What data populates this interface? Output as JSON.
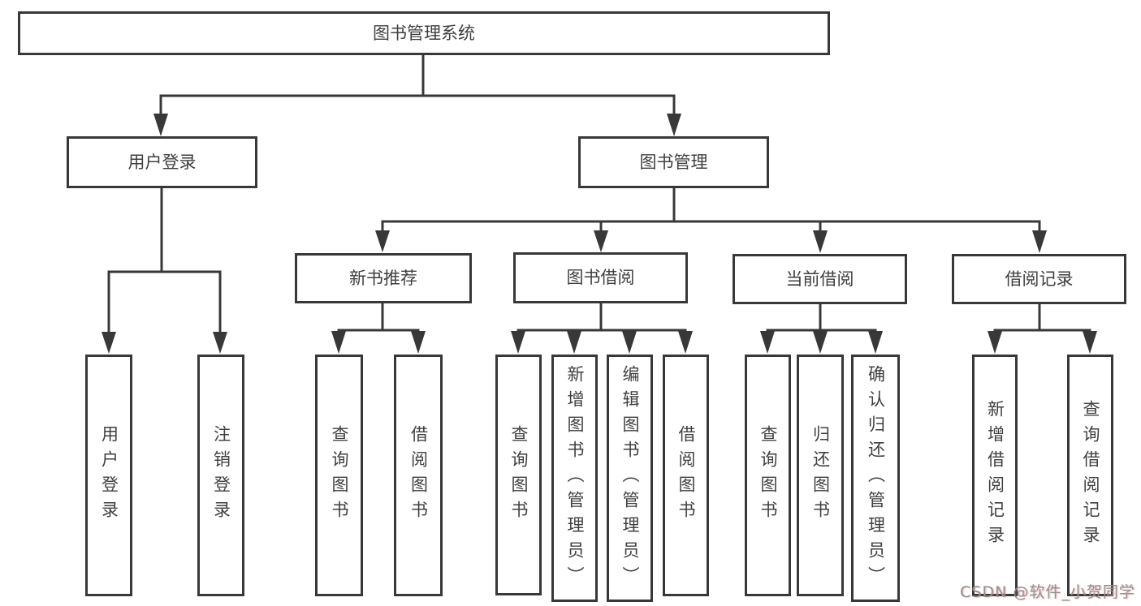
{
  "nodes": {
    "root": "图书管理系统",
    "user_login": "用户登录",
    "book_mgmt": "图书管理",
    "new_book_rec": "新书推荐",
    "book_borrow": "图书借阅",
    "current_borrow": "当前借阅",
    "borrow_record": "借阅记录",
    "leaf_user_login": "用户登录",
    "leaf_logout": "注销登录",
    "rec_query_book": "查询图书",
    "rec_borrow_book": "借阅图书",
    "bb_query_book": "查询图书",
    "bb_add_book": "新增图书（管理员）",
    "bb_edit_book": "编辑图书（管理员）",
    "bb_borrow_book": "借阅图书",
    "cb_query_book": "查询图书",
    "cb_return_book": "归还图书",
    "cb_confirm_return": "确认归还（管理员）",
    "br_add_record": "新增借阅记录",
    "br_query_record": "查询借阅记录"
  },
  "hierarchy": {
    "图书管理系统": {
      "用户登录": [
        "用户登录",
        "注销登录"
      ],
      "图书管理": {
        "新书推荐": [
          "查询图书",
          "借阅图书"
        ],
        "图书借阅": [
          "查询图书",
          "新增图书（管理员）",
          "编辑图书（管理员）",
          "借阅图书"
        ],
        "当前借阅": [
          "查询图书",
          "归还图书",
          "确认归还（管理员）"
        ],
        "借阅记录": [
          "新增借阅记录",
          "查询借阅记录"
        ]
      }
    }
  },
  "watermark": "CSDN @软件_小贺同学",
  "colors": {
    "line": "#383838",
    "text": "#3f3f3f",
    "background": "#ffffff",
    "watermark": "#919191",
    "watermark_fringe": "#e86969"
  }
}
